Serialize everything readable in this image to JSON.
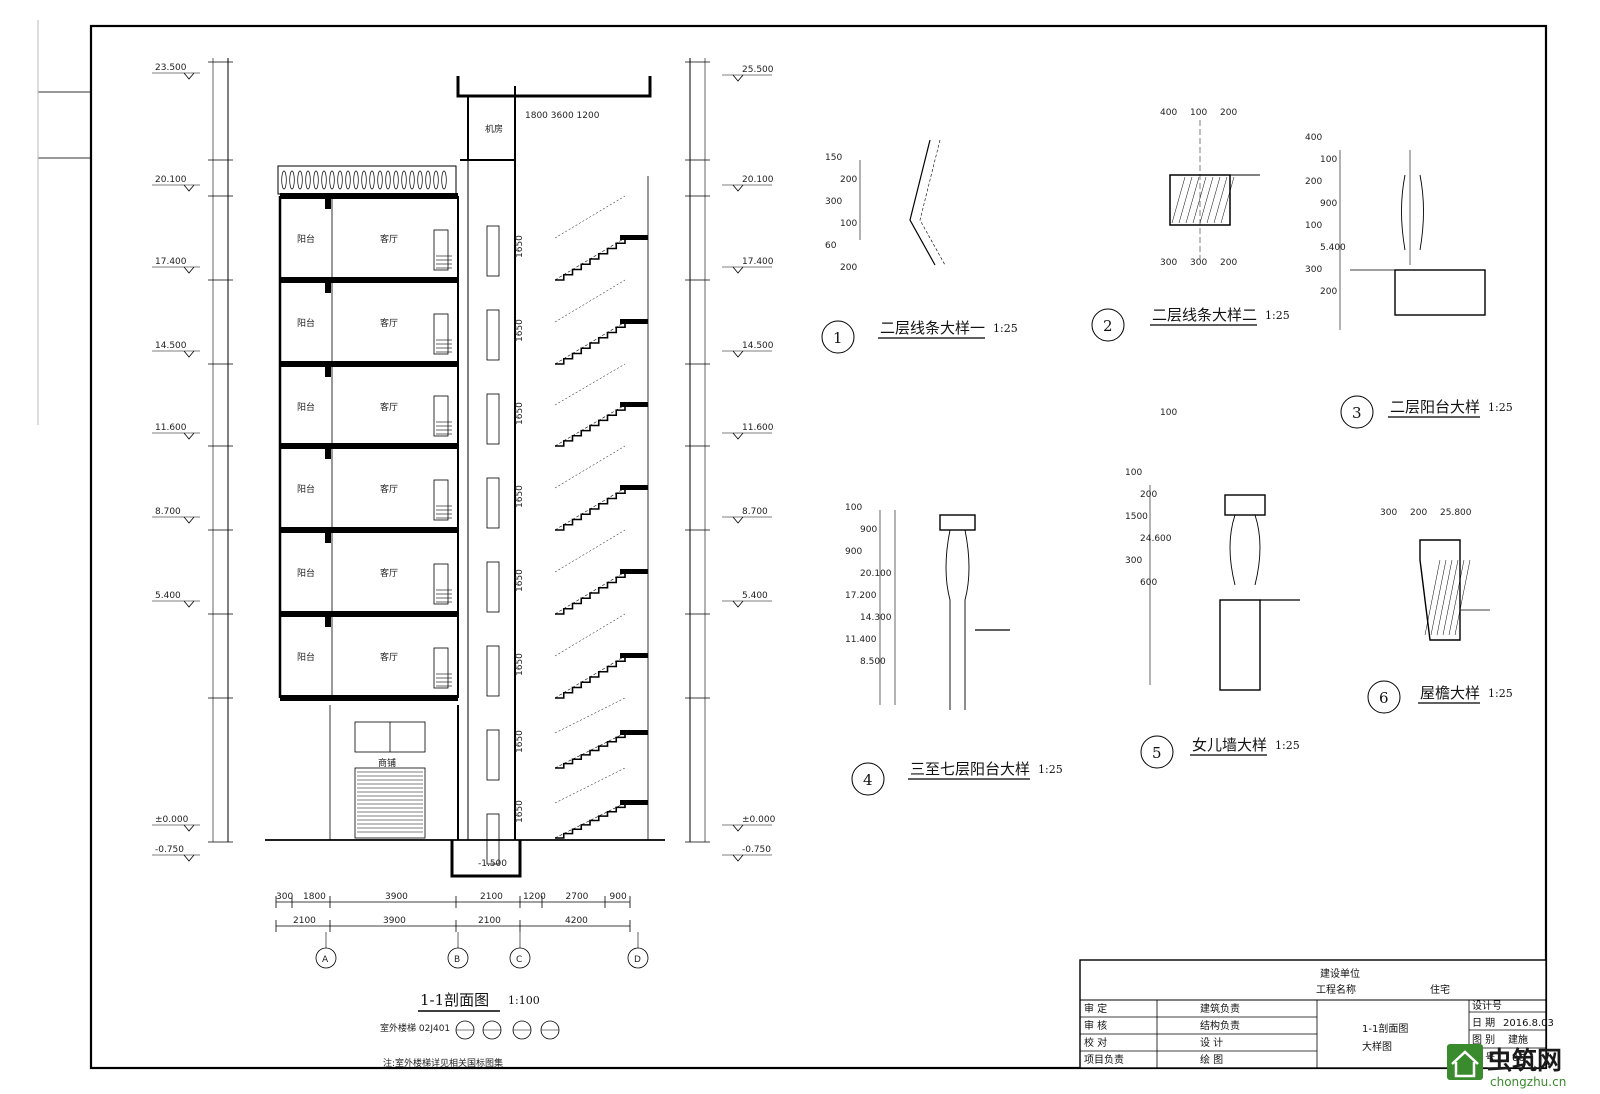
{
  "main_section": {
    "title": "1-1剖面图",
    "scale": "1:100",
    "room_balcony": "阳台",
    "room_living": "客厅",
    "room_shop": "商铺",
    "room_machine": "机房",
    "elevations_left": [
      "23.500",
      "20.100",
      "17.400",
      "14.500",
      "11.600",
      "8.700",
      "5.400",
      "±0.000",
      "-0.750"
    ],
    "elevations_right": [
      "25.500",
      "20.100",
      "17.400",
      "14.500",
      "11.600",
      "8.700",
      "5.400",
      "±0.000",
      "-0.750"
    ],
    "dims_row1": [
      "300",
      "1800",
      "3900",
      "2100",
      "1200",
      "2700",
      "900"
    ],
    "dims_row2": [
      "2100",
      "3900",
      "2100",
      "4200"
    ],
    "axes": [
      "A",
      "B",
      "C",
      "D"
    ],
    "pit_label": "-1.500",
    "roof_dims": "1800  3600  1200",
    "note_ref": "室外楼梯 02J401",
    "bottom_note": "注:室外楼梯详见相关国标图集"
  },
  "details": [
    {
      "num": "1",
      "title": "二层线条大样一",
      "scale": "1:25",
      "dims": [
        "150",
        "200",
        "300",
        "100",
        "60",
        "200"
      ]
    },
    {
      "num": "2",
      "title": "二层线条大样二",
      "scale": "1:25",
      "dims": [
        "400",
        "100",
        "200",
        "300",
        "300",
        "200",
        "100"
      ]
    },
    {
      "num": "3",
      "title": "二层阳台大样",
      "scale": "1:25",
      "dims": [
        "400",
        "100",
        "200",
        "900",
        "100",
        "5.400",
        "300",
        "200"
      ]
    },
    {
      "num": "4",
      "title": "三至七层阳台大样",
      "scale": "1:25",
      "dims": [
        "100",
        "900",
        "900",
        "20.100",
        "17.200",
        "14.300",
        "11.400",
        "8.500"
      ]
    },
    {
      "num": "5",
      "title": "女儿墙大样",
      "scale": "1:25",
      "dims": [
        "100",
        "200",
        "1500",
        "24.600",
        "300",
        "600"
      ]
    },
    {
      "num": "6",
      "title": "屋檐大样",
      "scale": "1:25",
      "dims": [
        "300",
        "200",
        "25.800"
      ]
    }
  ],
  "title_block": {
    "org_label": "建设单位",
    "project_label": "工程名称",
    "project_value": "住宅",
    "rows_left": [
      "审 定",
      "审 核",
      "校 对",
      "项目负责"
    ],
    "rows_mid": [
      "建筑负责",
      "结构负责",
      "设 计",
      "绘 图"
    ],
    "drawing_name_1": "1-1剖面图",
    "drawing_name_2": "大样图",
    "info_labels": [
      "设计号",
      "日 期",
      "图 别",
      "图 号"
    ],
    "date_value": "2016.8.03",
    "type_value": "建施",
    "sheet_value": "06"
  },
  "watermark": {
    "text": "虫筑网",
    "url": "chongzhu.cn"
  }
}
